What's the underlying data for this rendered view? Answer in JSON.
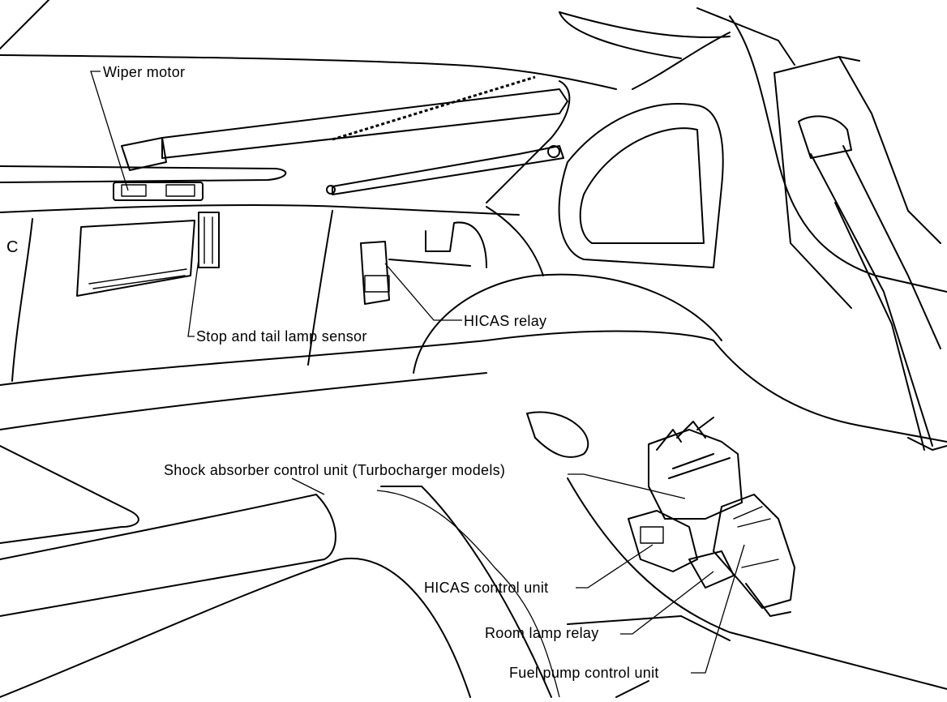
{
  "labels": {
    "wiper_motor": "Wiper motor",
    "stop_tail_sensor": "Stop and tail lamp sensor",
    "hicas_relay": "HICAS relay",
    "shock_absorber": "Shock absorber control unit (Turbocharger models)",
    "hicas_control": "HICAS control unit",
    "room_lamp_relay": "Room lamp relay",
    "fuel_pump": "Fuel pump control unit",
    "corner_letter": "C"
  }
}
